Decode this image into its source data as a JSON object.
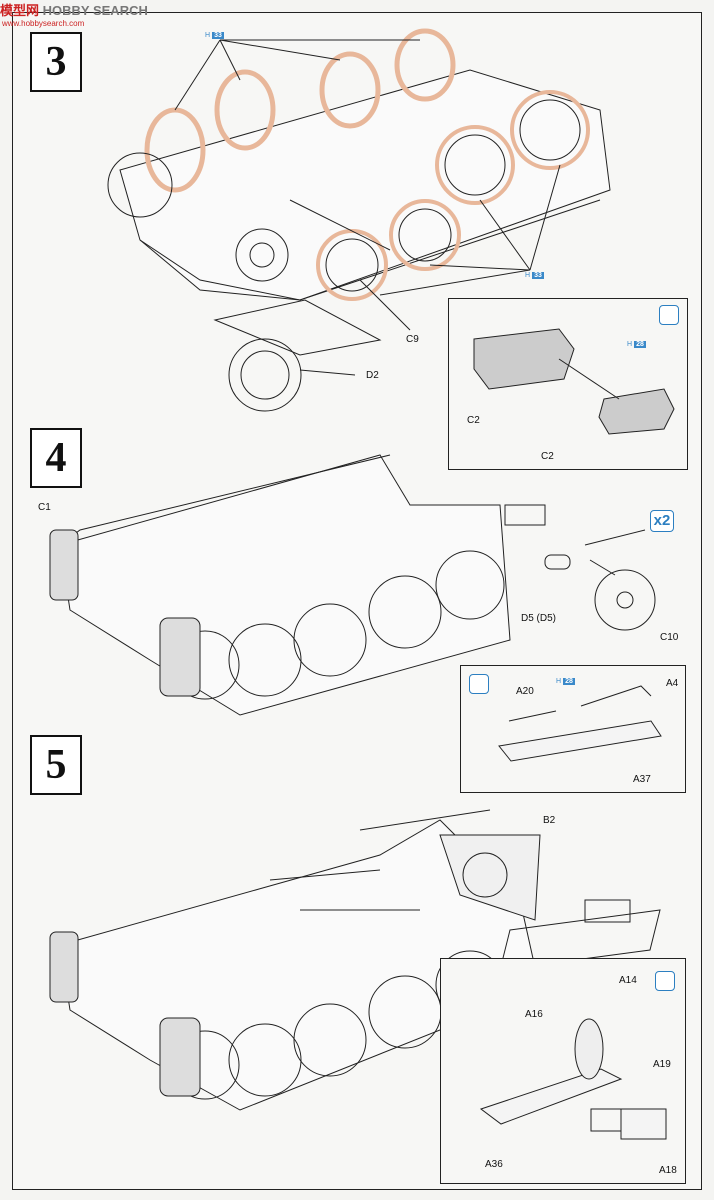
{
  "watermark": {
    "brand_a": "模型网",
    "brand_b": "HOBBY SEARCH",
    "site": "www.hobbysearch.com"
  },
  "steps": {
    "s3": "3",
    "s4": "4",
    "s5": "5"
  },
  "callouts": {
    "step3": {
      "c9": "C9",
      "d2": "D2",
      "c2a": "C2",
      "c2b": "C2",
      "tag_prefix": "H",
      "tag_ref": "33",
      "tag_ref2": "28"
    },
    "step4": {
      "c1": "C1",
      "d5": "D5 (D5)",
      "c10": "C10",
      "qty": "x2",
      "a20": "A20",
      "a4": "A4",
      "a37": "A37",
      "tag_ref": "28"
    },
    "step5": {
      "b2": "B2",
      "a14": "A14",
      "a16": "A16",
      "a19": "A19",
      "a36": "A36",
      "a18": "A18"
    }
  },
  "colors": {
    "ink": "#111111",
    "accent_blue": "#2c7fc1",
    "paint_highlight": "#e8b79a"
  }
}
